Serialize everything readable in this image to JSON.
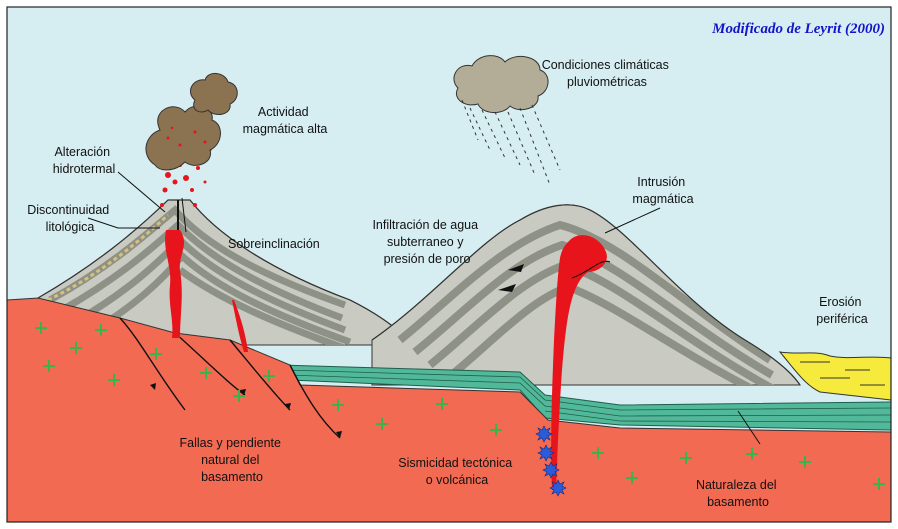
{
  "credit": "Modificado de Leyrit (2000)",
  "labels": {
    "actividad": [
      "Actividad",
      "magmática alta"
    ],
    "condiciones": [
      "Condiciones climáticas",
      "pluviométricas"
    ],
    "alteracion": [
      "Alteración",
      "hidrotermal"
    ],
    "discontinuidad": [
      "Discontinuidad",
      "litológica"
    ],
    "sobreinclinacion": [
      "Sobreinclinación"
    ],
    "infiltracion": [
      "Infiltración de agua",
      "subterraneo y",
      "presión de poro"
    ],
    "intrusion": [
      "Intrusión",
      "magmática"
    ],
    "erosion": [
      "Erosión",
      "periférica"
    ],
    "fallas": [
      "Fallas y pendiente",
      "natural del",
      "basamento"
    ],
    "sismicidad": [
      "Sismicidad tectónica",
      "o volcánica"
    ],
    "naturaleza": [
      "Naturaleza del",
      "basamento"
    ]
  },
  "colors": {
    "sky": "#d6eef2",
    "basement": "#f26a52",
    "magma": "#e8141c",
    "strata_light": "#c9cbc3",
    "strata_dark": "#8d9186",
    "green_layer": "#52b89a",
    "sediment": "#f6ea3c",
    "ash": "#8b7250",
    "credit": "#1414c8",
    "plus": "#3ab44a",
    "seismic_star": "#2b5bd8"
  },
  "icons": [
    "ash-cloud-icon",
    "rain-cloud-icon",
    "seismic-star-icon",
    "basement-plus-icon",
    "flow-arrow-icon"
  ]
}
